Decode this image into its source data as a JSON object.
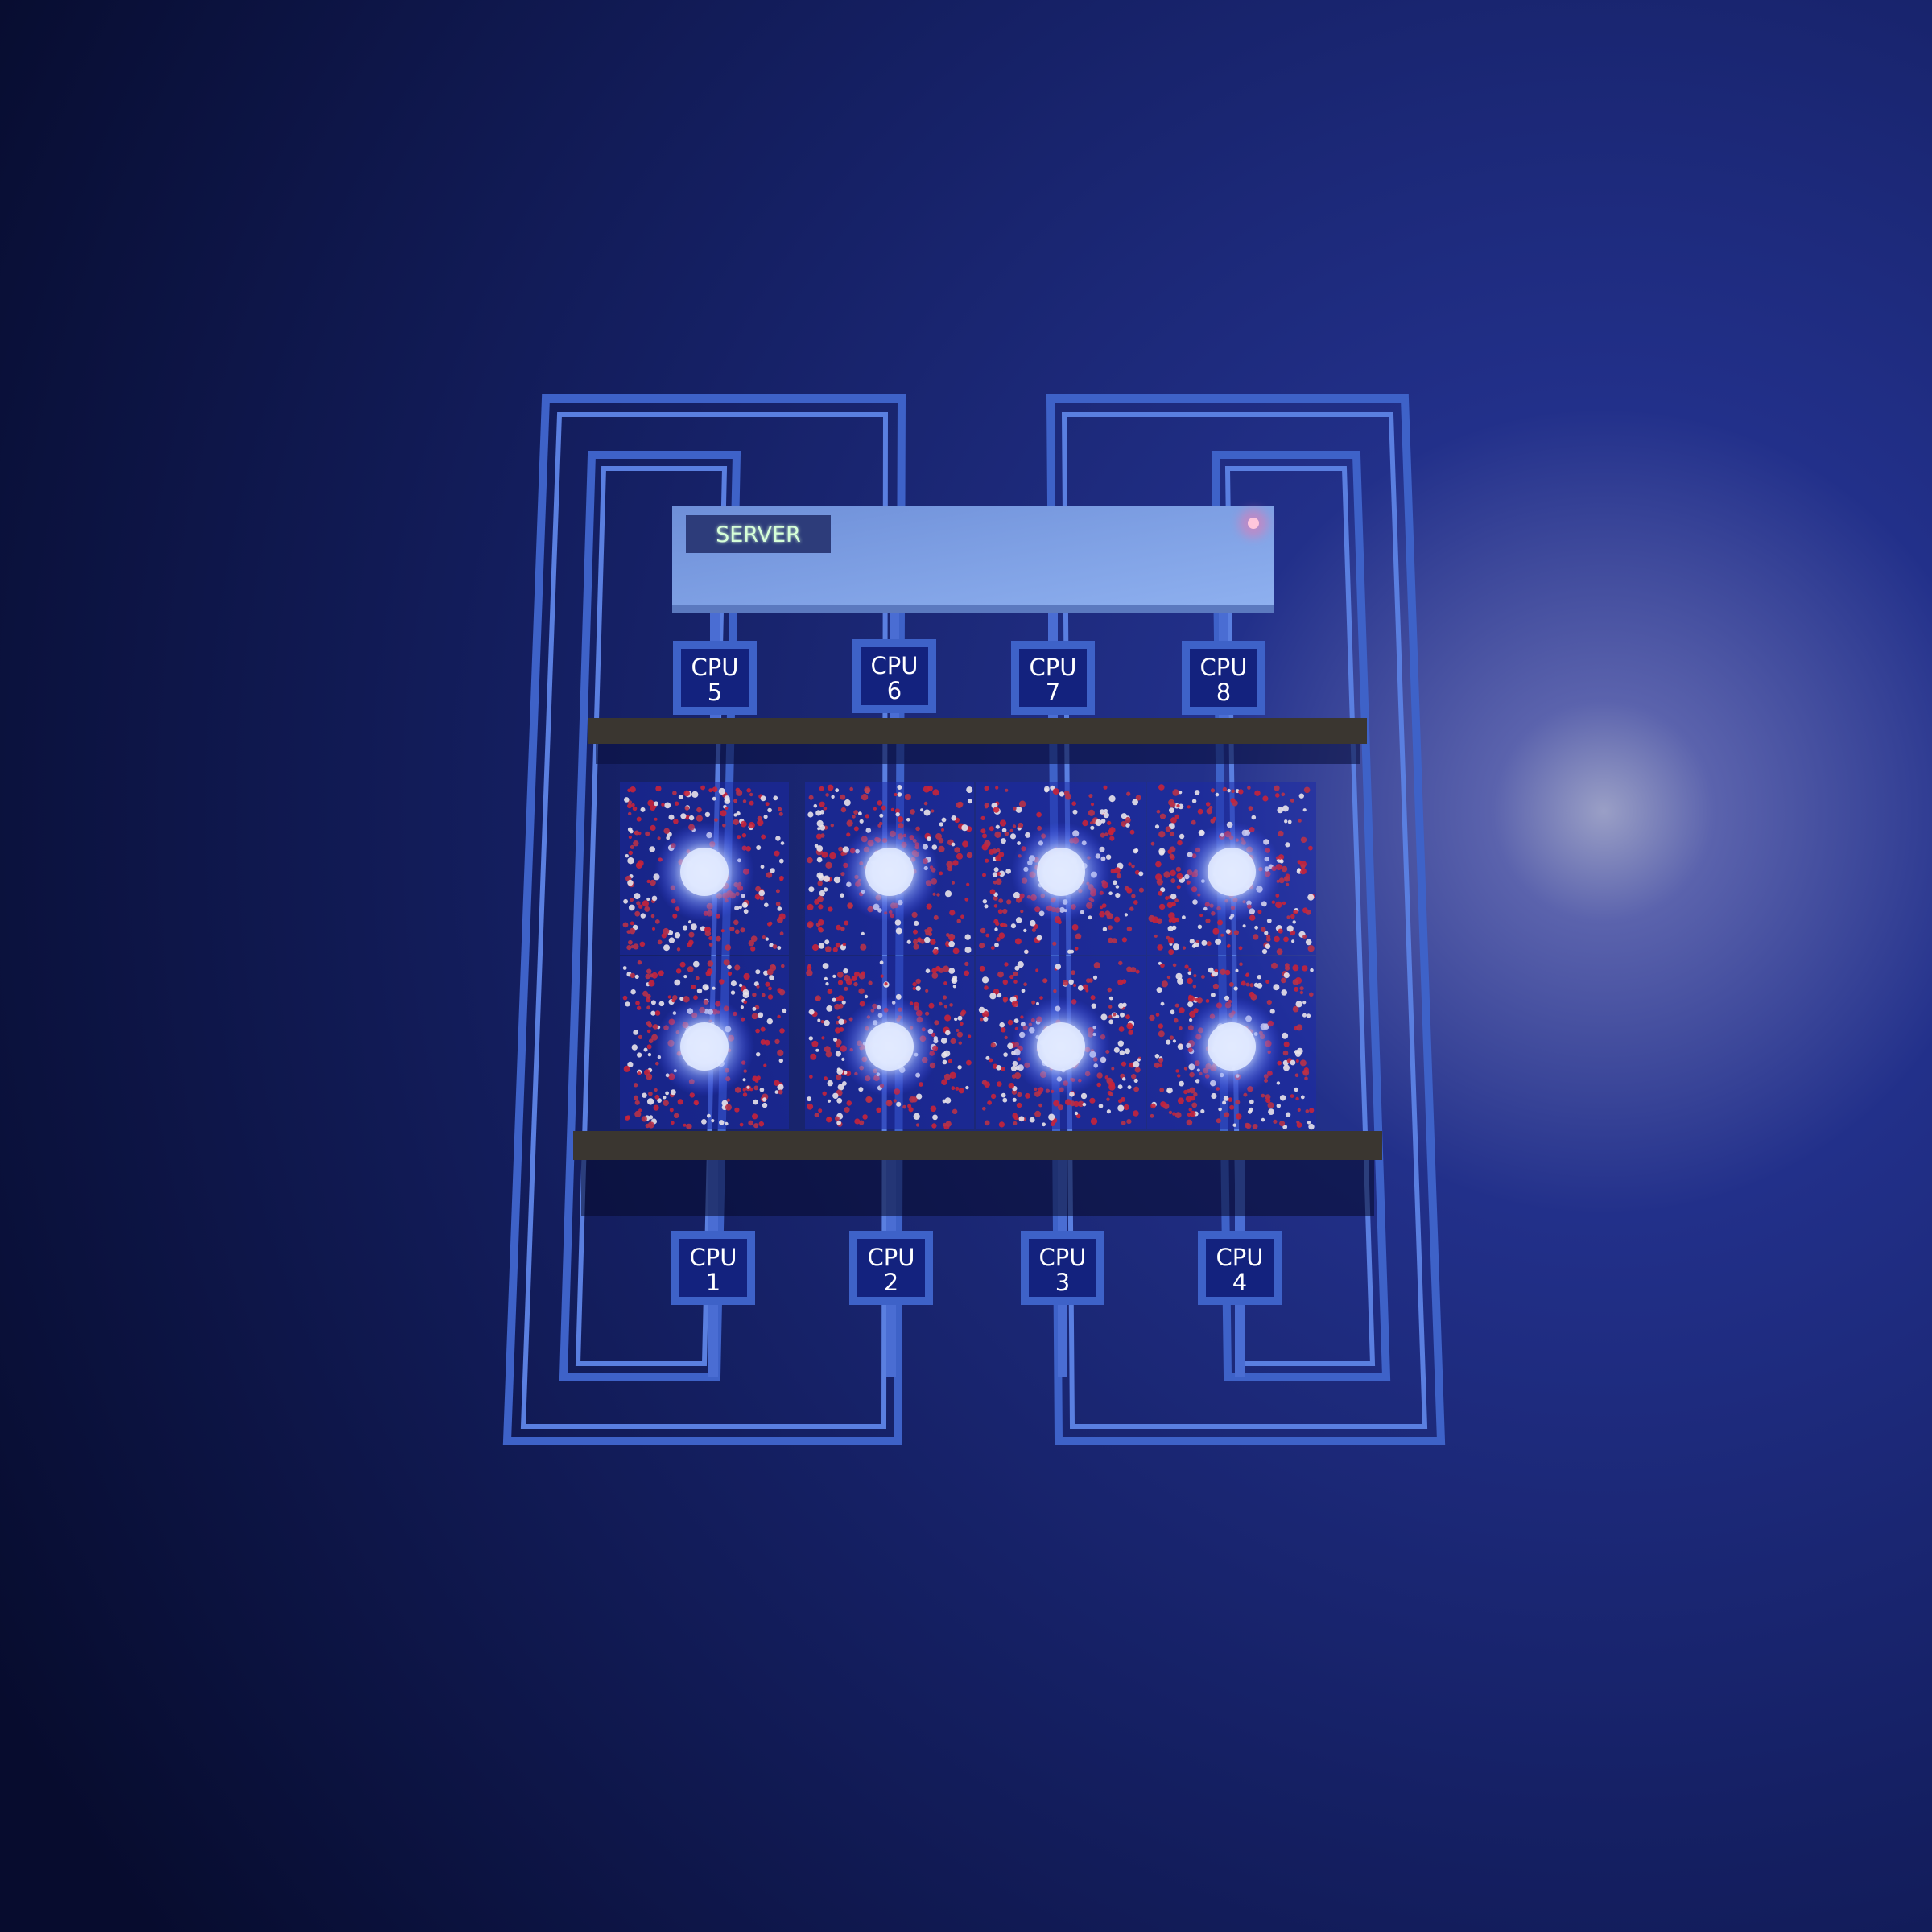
{
  "server": {
    "label": "SERVER",
    "label_color": "#c9ffc8",
    "panel_color": "#7fa3e6",
    "led_color": "#ff7fb0"
  },
  "cpus": [
    {
      "id": "1",
      "label": "CPU",
      "number": "1"
    },
    {
      "id": "2",
      "label": "CPU",
      "number": "2"
    },
    {
      "id": "3",
      "label": "CPU",
      "number": "3"
    },
    {
      "id": "4",
      "label": "CPU",
      "number": "4"
    },
    {
      "id": "5",
      "label": "CPU",
      "number": "5"
    },
    {
      "id": "6",
      "label": "CPU",
      "number": "6"
    },
    {
      "id": "7",
      "label": "CPU",
      "number": "7"
    },
    {
      "id": "8",
      "label": "CPU",
      "number": "8"
    }
  ],
  "simulation_boxes": {
    "rows": 2,
    "columns": 4,
    "core_glow_color": "#dfe8ff",
    "particle_colors": [
      "#c8243a",
      "#e9e3ea",
      "#b83248"
    ]
  },
  "colors": {
    "background": "#0b1240",
    "wire": "#3e62c8",
    "wire_highlight": "#6d90ea",
    "cpu_box": "#13227e",
    "cpu_border": "#5a82e3",
    "shelf": "#3a3630",
    "light_spot": "#9499c2"
  }
}
